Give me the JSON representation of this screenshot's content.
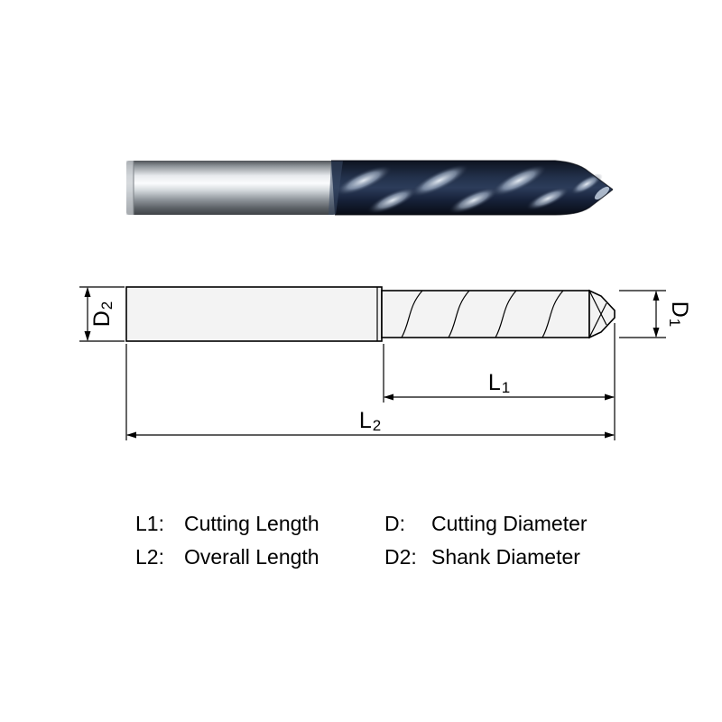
{
  "drawing": {
    "d2": {
      "main": "D",
      "sub": "2"
    },
    "d1": {
      "main": "D",
      "sub": "1"
    },
    "l1": {
      "main": "L",
      "sub": "1"
    },
    "l2": {
      "main": "L",
      "sub": "2"
    }
  },
  "legend": {
    "items": [
      {
        "abbr": "L1:",
        "label": "Cutting Length"
      },
      {
        "abbr": "D:",
        "label": "Cutting Diameter"
      },
      {
        "abbr": "L2:",
        "label": "Overall Length"
      },
      {
        "abbr": "D2:",
        "label": "Shank Diameter"
      }
    ]
  },
  "colors": {
    "background": "#ffffff",
    "line": "#000000",
    "body_fill": "#f3f3f3",
    "shank_silver": "#d7dbdf",
    "coating_dark": "#0d1422",
    "highlight": "#dce6f2"
  }
}
